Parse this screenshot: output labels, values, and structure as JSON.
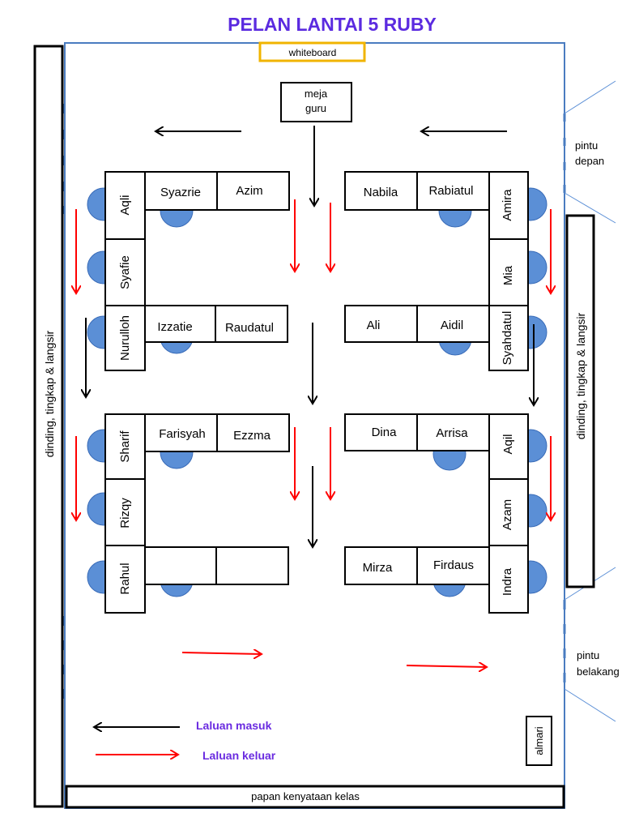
{
  "title": "PELAN LANTAI 5 RUBY",
  "labels": {
    "whiteboard": "whiteboard",
    "teacher_desk_line1": "meja",
    "teacher_desk_line2": "guru",
    "front_door_line1": "pintu",
    "front_door_line2": "depan",
    "back_door_line1": "pintu",
    "back_door_line2": "belakang",
    "left_wall": "dinding, tingkap & langsir",
    "right_wall": "dinding, tingkap & langsir",
    "cupboard": "almari",
    "notice_board": "papan kenyataan kelas"
  },
  "legend": {
    "entry": "Laluan masuk",
    "exit": "Laluan keluar"
  },
  "colors": {
    "title": "#5b2be0",
    "seat": "#5b8fd6",
    "exit_arrow": "#ff0000",
    "entry_arrow": "#000000",
    "whiteboard_border": "#f0b400",
    "wall_border": "#4a7cc0"
  },
  "students": {
    "aqli": "Aqli",
    "syazrie": "Syazrie",
    "azim": "Azim",
    "syafie": "Syafie",
    "nurulloh": "Nurulloh",
    "izzatie": "Izzatie",
    "raudatul": "Raudatul",
    "nabila": "Nabila",
    "rabiatul": "Rabiatul",
    "amira": "Amira",
    "mia": "Mia",
    "ali": "Ali",
    "aidil": "Aidil",
    "syahdatul": "Syahdatul",
    "sharif": "Sharif",
    "farisyah": "Farisyah",
    "ezzma": "Ezzma",
    "rizqy": "Rizqy",
    "rahul": "Rahul",
    "dina": "Dina",
    "arrisa": "Arrisa",
    "aqil": "Aqil",
    "azam": "Azam",
    "mirza": "Mirza",
    "firdaus": "Firdaus",
    "indra": "Indra"
  }
}
